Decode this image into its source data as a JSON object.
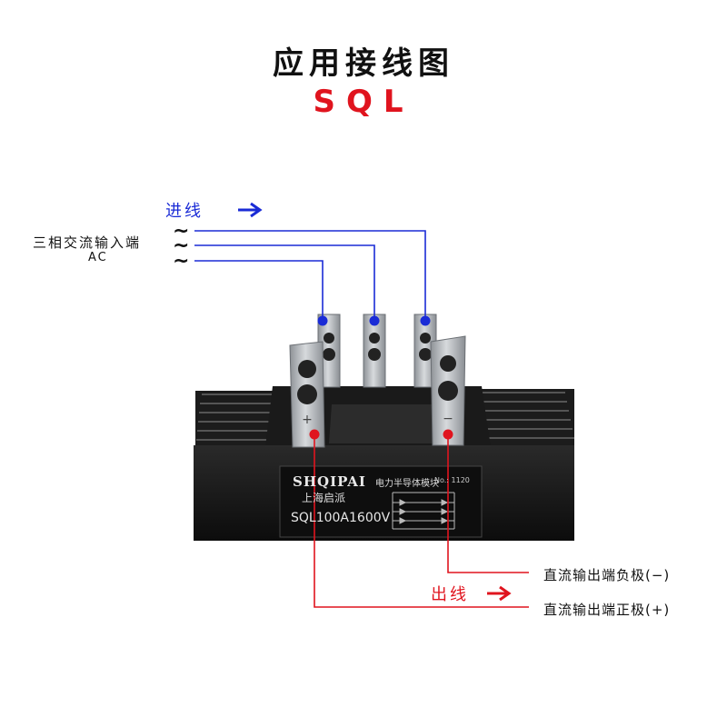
{
  "title": "应用接线图",
  "subtitle": "SQL",
  "input": {
    "label": "进线",
    "ac_title": "三相交流输入端",
    "ac_sub": "AC",
    "phase_symbol": "~"
  },
  "output": {
    "label": "出线",
    "negative": "直流输出端负极(−)",
    "positive": "直流输出端正极(+)"
  },
  "device": {
    "brand": "SHQIPAI",
    "brand_sub": "上海启派",
    "module_type": "电力半导体模块",
    "serial": "No.: 1120",
    "model": "SQL100A1600V"
  },
  "colors": {
    "input_wire": "#1a2bd6",
    "output_wire": "#e0141e",
    "body": "#141414",
    "terminal": "#b9bdc2"
  }
}
